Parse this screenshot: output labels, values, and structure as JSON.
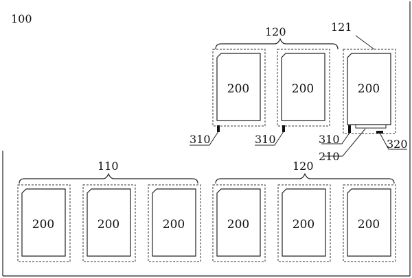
{
  "figure": {
    "label_100": "100",
    "label_110": "110",
    "label_120_top": "120",
    "label_120_bottom": "120",
    "label_121": "121",
    "label_310_a": "310",
    "label_310_b": "310",
    "label_310_c": "310",
    "label_210": "210",
    "label_320": "320",
    "cell_label": "200"
  }
}
